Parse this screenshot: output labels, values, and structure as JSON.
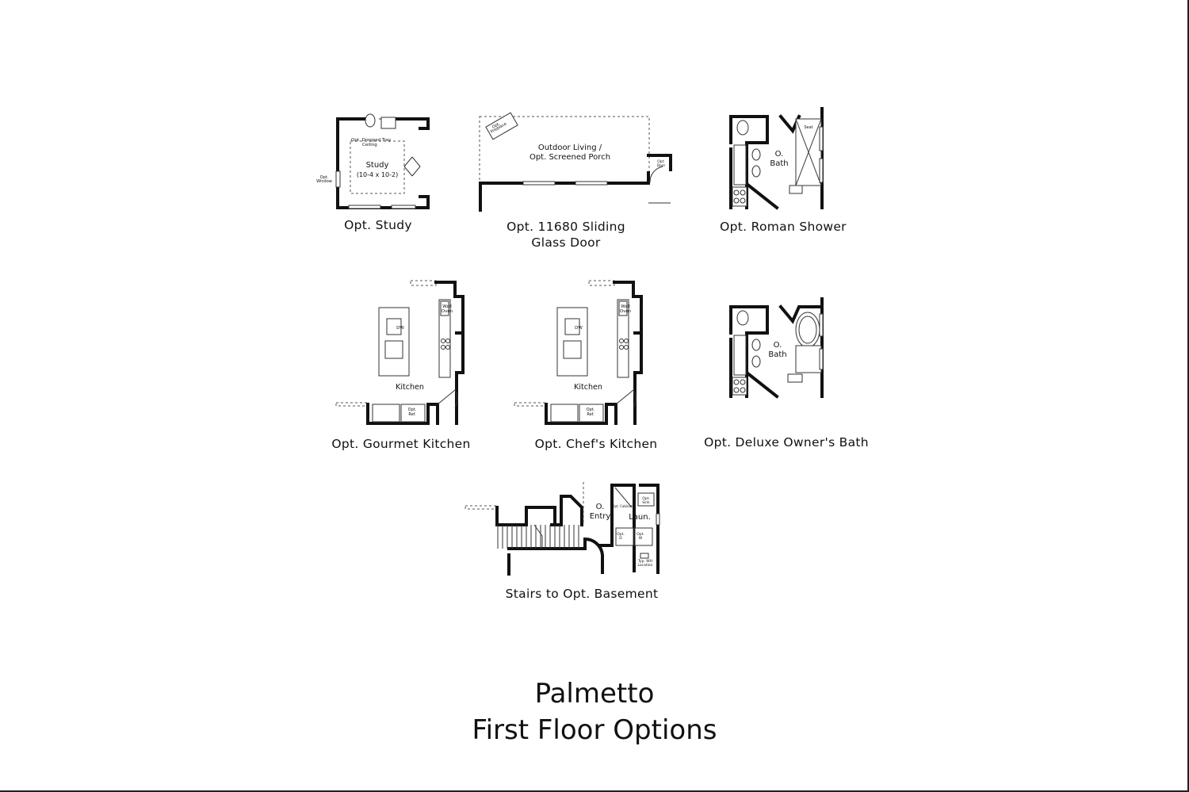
{
  "captions": {
    "study": "Opt. Study",
    "sliding_line1": "Opt. 11680 Sliding",
    "sliding_line2": "Glass Door",
    "roman_shower": "Opt. Roman Shower",
    "gourmet_kitchen": "Opt. Gourmet Kitchen",
    "chefs_kitchen": "Opt. Chef's Kitchen",
    "deluxe_bath": "Opt. Deluxe Owner's Bath",
    "stairs": "Stairs to Opt. Basement"
  },
  "labels": {
    "study": {
      "tray_line1": "Opt. Dropped Tray",
      "tray_line2": "Ceiling",
      "room": "Study",
      "dims": "(10-4 x 10-2)",
      "window_line1": "Opt.",
      "window_line2": "Window"
    },
    "porch": {
      "fireplace_line1": "Opt.",
      "fireplace_line2": "Fireplace",
      "room_line1": "Outdoor Living /",
      "room_line2": "Opt. Screened Porch",
      "door_line1": "Opt.",
      "door_line2": "Door"
    },
    "roman": {
      "seat": "Seat",
      "bath_line1": "O.",
      "bath_line2": "Bath"
    },
    "kitchen": {
      "dw": "DW",
      "wall_oven_line1": "Wall",
      "wall_oven_line2": "Oven",
      "room": "Kitchen",
      "ref_line1": "Opt.",
      "ref_line2": "Ref."
    },
    "deluxe": {
      "bath_line1": "O.",
      "bath_line2": "Bath"
    },
    "stairs": {
      "entry_line1": "O.",
      "entry_line2": "Entry",
      "laundry": "Laun.",
      "sink_line1": "Opt.",
      "sink_line2": "Sink",
      "cabinets": "Opt. Cabinets",
      "dryer_line1": "Opt.",
      "dryer_line2": "D",
      "washer_line1": "Opt.",
      "washer_line2": "W",
      "wh_line1": "Typ. WH",
      "wh_line2": "Location"
    }
  },
  "title": {
    "line1": "Palmetto",
    "line2": "First Floor Options"
  }
}
